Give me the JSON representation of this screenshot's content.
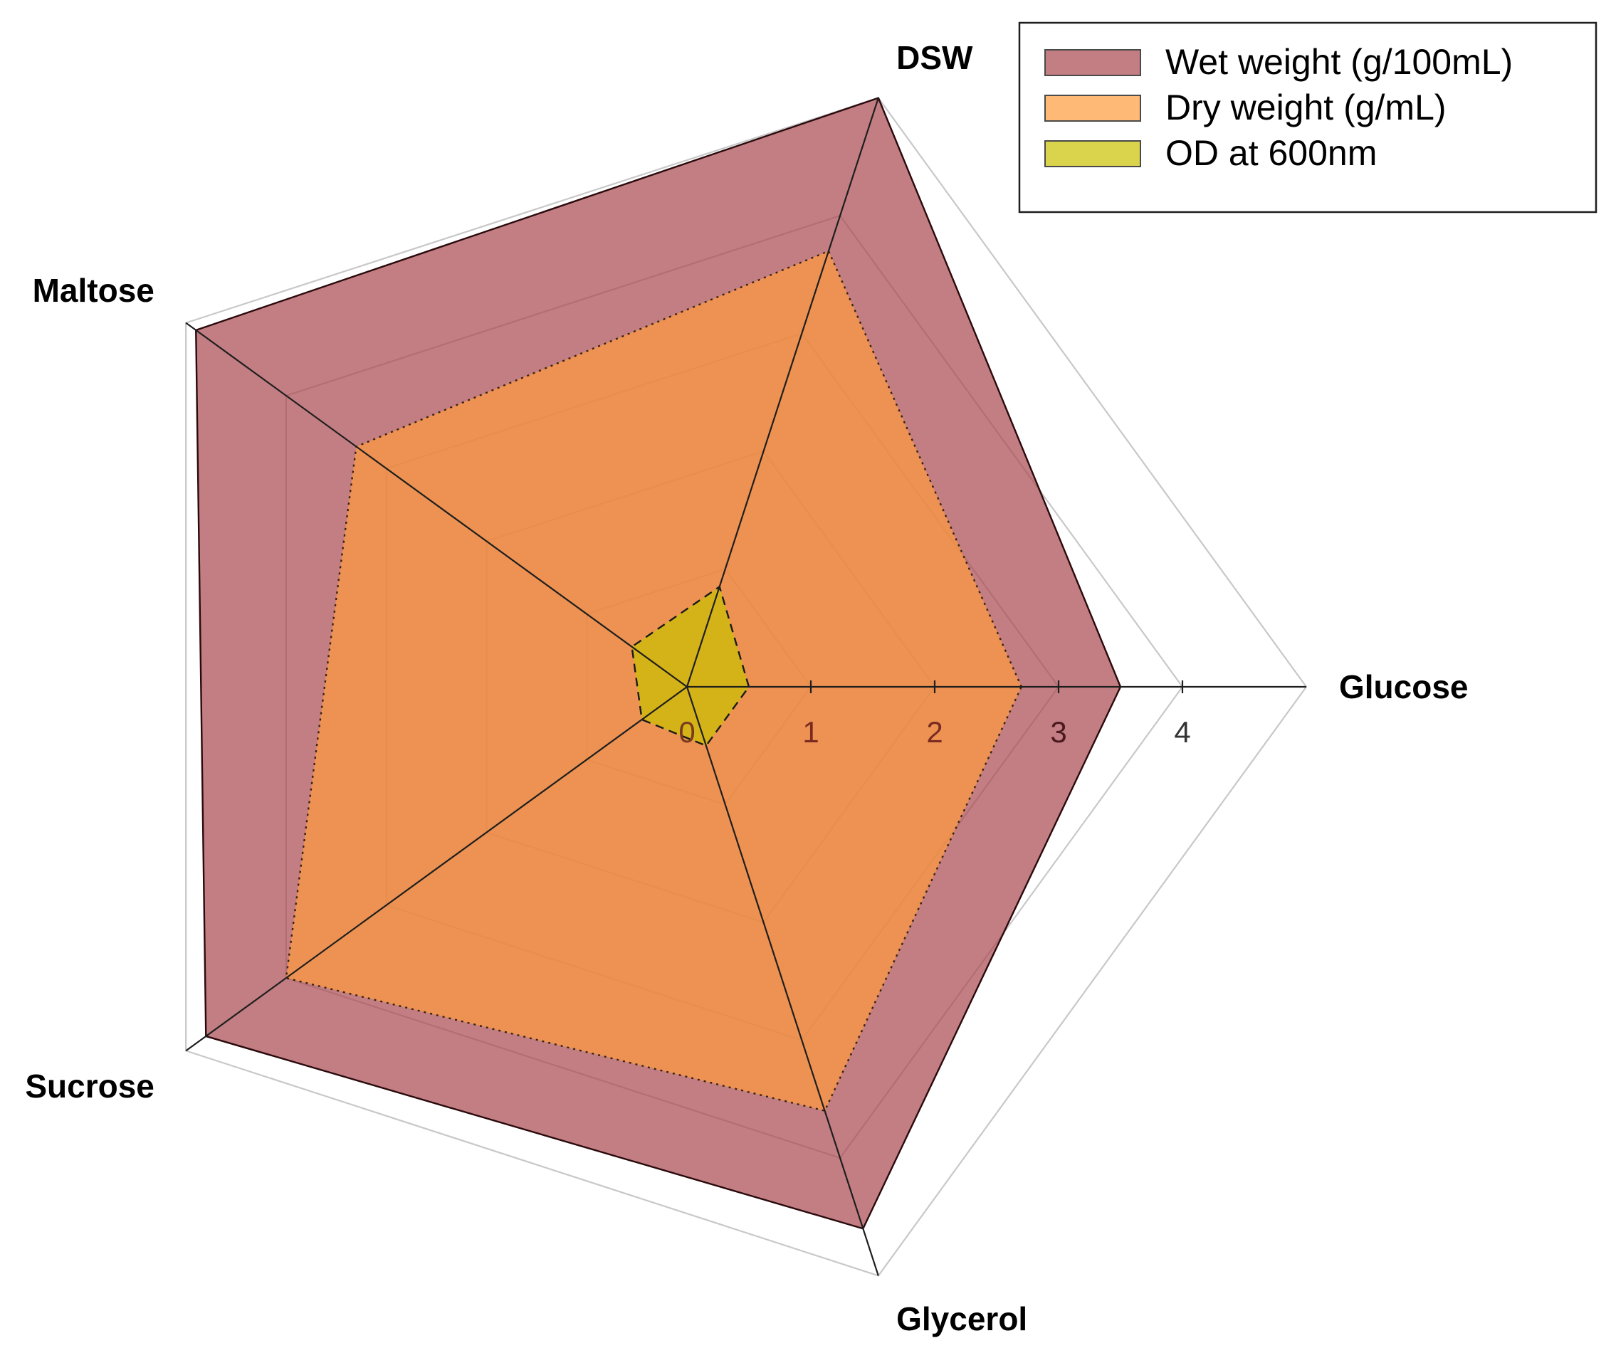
{
  "chart_data": {
    "type": "radar",
    "axes": [
      "Glucose",
      "DSW",
      "Maltose",
      "Sucrose",
      "Glycerol"
    ],
    "r_ticks": [
      "0",
      "1",
      "2",
      "3",
      "4"
    ],
    "r_tick_values": [
      0,
      1,
      2,
      3,
      4
    ],
    "r_max": 5,
    "grid": true,
    "legend_position": "top-right",
    "series": [
      {
        "name": "Wet weight (g/100mL)",
        "values": [
          3.5,
          5.0,
          4.9,
          4.8,
          4.6
        ],
        "fill": "#a8474f",
        "fill_opacity": 0.7,
        "stroke": "#2a0a0c",
        "dash": ""
      },
      {
        "name": "Dry weight (g/mL)",
        "values": [
          2.7,
          3.7,
          3.3,
          4.0,
          3.6
        ],
        "fill": "#ff9b3d",
        "fill_opacity": 0.7,
        "stroke": "#3a2310",
        "dash": "3,6"
      },
      {
        "name": "OD at 600nm",
        "values": [
          0.5,
          0.85,
          0.55,
          0.45,
          0.5
        ],
        "fill": "#c9c200",
        "fill_opacity": 0.7,
        "stroke": "#1a1a1a",
        "dash": "12,8"
      }
    ]
  }
}
